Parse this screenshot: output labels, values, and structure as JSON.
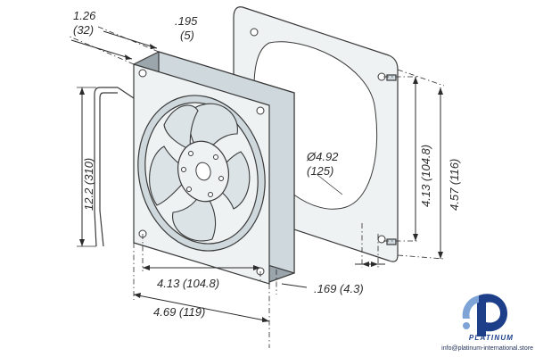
{
  "dimensions": {
    "depth_in": "1.26",
    "depth_mm": "(32)",
    "flange_in": ".195",
    "flange_mm": "(5)",
    "lead_in": "12.2 (310)",
    "opening_in": "Ø4.92",
    "opening_mm": "(125)",
    "gasket_hole_in": "4.13 (104.8)",
    "gasket_outer_in": "4.57 (116)",
    "hole_spacing_in": "4.13 (104.8)",
    "overall_width_in": "4.69 (119)",
    "hole_dia_in": ".169 (4.3)"
  },
  "watermark": {
    "brand": "PLATINUM",
    "email": "info@platinum-international.store",
    "color": "#1d3f8a"
  }
}
